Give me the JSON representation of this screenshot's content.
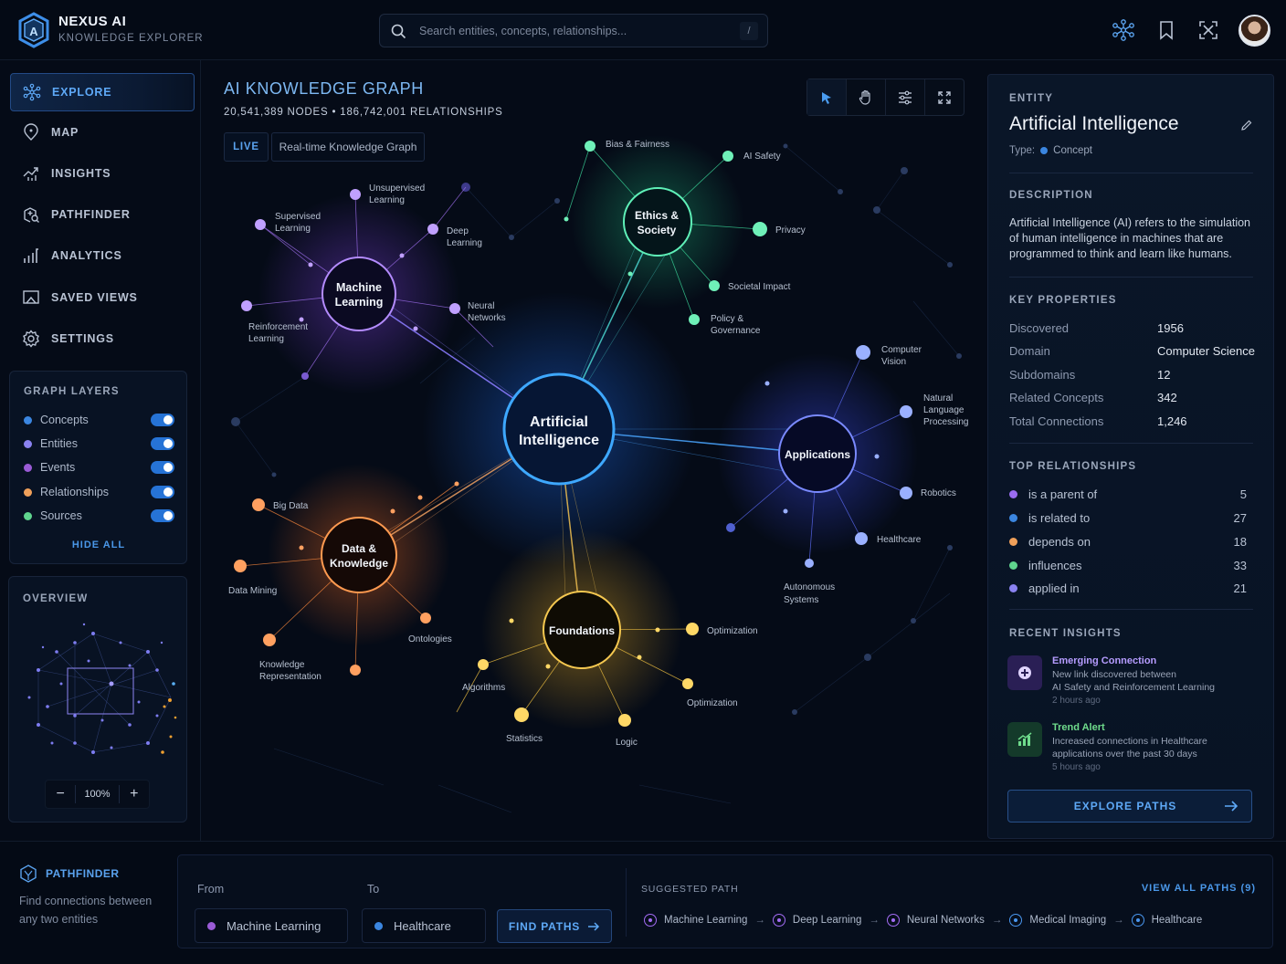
{
  "app": {
    "name": "NEXUS AI",
    "subtitle": "KNOWLEDGE EXPLORER"
  },
  "search": {
    "placeholder": "Search entities, concepts, relationships...",
    "shortcut": "/"
  },
  "header_icons": [
    "graph-network-icon",
    "bookmark-icon",
    "fullscreen-icon",
    "avatar"
  ],
  "sidebar": {
    "items": [
      {
        "label": "EXPLORE",
        "icon": "graph-network-icon",
        "active": true
      },
      {
        "label": "MAP",
        "icon": "map-pin-icon",
        "active": false
      },
      {
        "label": "INSIGHTS",
        "icon": "trend-chart-icon",
        "active": false
      },
      {
        "label": "PATHFINDER",
        "icon": "pathfinder-icon",
        "active": false
      },
      {
        "label": "ANALYTICS",
        "icon": "bar-chart-icon",
        "active": false
      },
      {
        "label": "SAVED VIEWS",
        "icon": "saved-view-icon",
        "active": false
      },
      {
        "label": "SETTINGS",
        "icon": "gear-icon",
        "active": false
      }
    ]
  },
  "layers": {
    "title": "GRAPH LAYERS",
    "items": [
      {
        "name": "Concepts",
        "color": "#3b86e0",
        "on": true
      },
      {
        "name": "Entities",
        "color": "#8a82f0",
        "on": true
      },
      {
        "name": "Events",
        "color": "#9a5bd6",
        "on": true
      },
      {
        "name": "Relationships",
        "color": "#f0a05a",
        "on": true
      },
      {
        "name": "Sources",
        "color": "#5fd48e",
        "on": true
      }
    ],
    "hide_all": "HIDE ALL"
  },
  "overview": {
    "title": "OVERVIEW",
    "zoom": "100%",
    "zoom_out": "−",
    "zoom_in": "+"
  },
  "graph": {
    "title": "AI KNOWLEDGE GRAPH",
    "stats": "20,541,389  NODES  •  186,742,001  RELATIONSHIPS",
    "live": "LIVE",
    "mode": "Real-time Knowledge Graph",
    "tools": [
      "select-cursor-icon",
      "pan-hand-icon",
      "filter-sliders-icon",
      "expand-icon"
    ],
    "hubs": [
      {
        "id": "ai",
        "label": [
          "Artificial",
          "Intelligence"
        ],
        "color": "#3b9cff"
      },
      {
        "id": "ml",
        "label": [
          "Machine",
          "Learning"
        ],
        "color": "#a46cf5"
      },
      {
        "id": "ethics",
        "label": [
          "Ethics &",
          "Society"
        ],
        "color": "#3de0a0"
      },
      {
        "id": "apps",
        "label": [
          "Applications"
        ],
        "color": "#5b6cff"
      },
      {
        "id": "data",
        "label": [
          "Data &",
          "Knowledge"
        ],
        "color": "#ff8a3d"
      },
      {
        "id": "found",
        "label": [
          "Foundations"
        ],
        "color": "#f5c542"
      }
    ],
    "leaf_labels": {
      "ml": [
        "Supervised Learning",
        "Unsupervised Learning",
        "Deep Learning",
        "Neural Networks",
        "Reinforcement Learning"
      ],
      "ethics": [
        "Bias & Fairness",
        "AI Safety",
        "Privacy",
        "Societal Impact",
        "Policy & Governance"
      ],
      "apps": [
        "Computer Vision",
        "Natural Language Processing",
        "Robotics",
        "Healthcare",
        "Autonomous Systems"
      ],
      "data": [
        "Big Data",
        "Data Mining",
        "Ontologies",
        "Knowledge Representation"
      ],
      "found": [
        "Algorithms",
        "Statistics",
        "Logic",
        "Optimization",
        "Optimization"
      ]
    }
  },
  "entity": {
    "section": "ENTITY",
    "name": "Artificial Intelligence",
    "type_label": "Type:",
    "type": "Concept",
    "type_color": "#3b86e0",
    "description_title": "DESCRIPTION",
    "description": "Artificial Intelligence (AI) refers to the simulation of human intelligence in machines that are programmed to think and learn like humans.",
    "properties_title": "KEY PROPERTIES",
    "properties": [
      {
        "k": "Discovered",
        "v": "1956"
      },
      {
        "k": "Domain",
        "v": "Computer Science"
      },
      {
        "k": "Subdomains",
        "v": "12"
      },
      {
        "k": "Related Concepts",
        "v": "342"
      },
      {
        "k": "Total Connections",
        "v": "1,246"
      }
    ],
    "relationships_title": "TOP RELATIONSHIPS",
    "relationships": [
      {
        "name": "is a parent of",
        "count": "5",
        "color": "#9a6cf0"
      },
      {
        "name": "is related to",
        "count": "27",
        "color": "#3b86e0"
      },
      {
        "name": "depends on",
        "count": "18",
        "color": "#f0a05a"
      },
      {
        "name": "influences",
        "count": "33",
        "color": "#5fd48e"
      },
      {
        "name": "applied in",
        "count": "21",
        "color": "#8a82f0"
      }
    ],
    "insights_title": "RECENT INSIGHTS",
    "insights": [
      {
        "title": "Emerging Connection",
        "desc1": "New link discovered between",
        "desc2": "AI Safety and Reinforcement Learning",
        "time": "2 hours ago",
        "color": "#b59cff",
        "bg": "#2a1f55"
      },
      {
        "title": "Trend Alert",
        "desc1": "Increased connections in Healthcare",
        "desc2": "applications over the past 30 days",
        "time": "5 hours ago",
        "color": "#6fdc8c",
        "bg": "#143a2a"
      }
    ],
    "explore_button": "EXPLORE PATHS"
  },
  "pathfinder": {
    "title": "PATHFINDER",
    "description": "Find connections between any two entities",
    "from_label": "From",
    "from_value": "Machine Learning",
    "from_color": "#9a5bd6",
    "to_label": "To",
    "to_value": "Healthcare",
    "to_color": "#3b86e0",
    "find_button": "FIND PATHS",
    "suggested_label": "SUGGESTED PATH",
    "view_all": "VIEW ALL PATHS  (9)",
    "path": [
      {
        "name": "Machine Learning",
        "color": "#a46cf5"
      },
      {
        "name": "Deep Learning",
        "color": "#a46cf5"
      },
      {
        "name": "Neural Networks",
        "color": "#a46cf5"
      },
      {
        "name": "Medical Imaging",
        "color": "#4a97f0"
      },
      {
        "name": "Healthcare",
        "color": "#4a97f0"
      }
    ]
  }
}
